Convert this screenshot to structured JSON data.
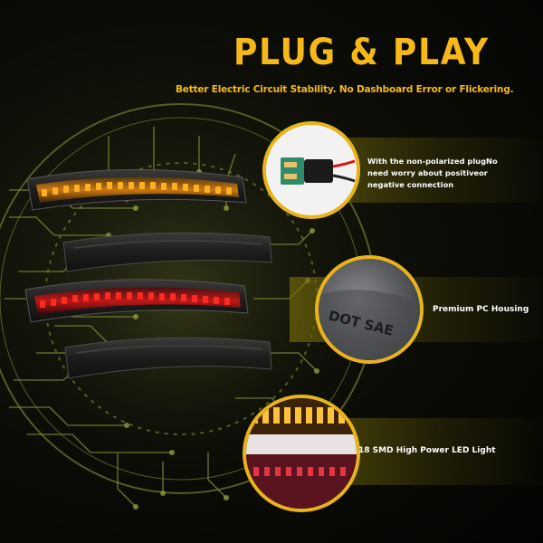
{
  "header": {
    "title": "PLUG & PLAY",
    "subtitle": "Better Electric Circuit Stability. No Dashboard Error or Flickering."
  },
  "features": [
    {
      "icon": "plug-connector",
      "text_lines": [
        "With the non-polarized plugNo",
        "need worry about positiveor",
        "negative connection"
      ]
    },
    {
      "icon": "pc-housing",
      "text": "Premium PC Housing",
      "housing_marking": "DOT SAE"
    },
    {
      "icon": "led-strip",
      "text": "18 SMD High Power LED Light"
    }
  ],
  "colors": {
    "accent": "#f6b919",
    "amber_led": "#ffb020",
    "red_led": "#ff2a20",
    "circuit": "#8f9a3a"
  }
}
